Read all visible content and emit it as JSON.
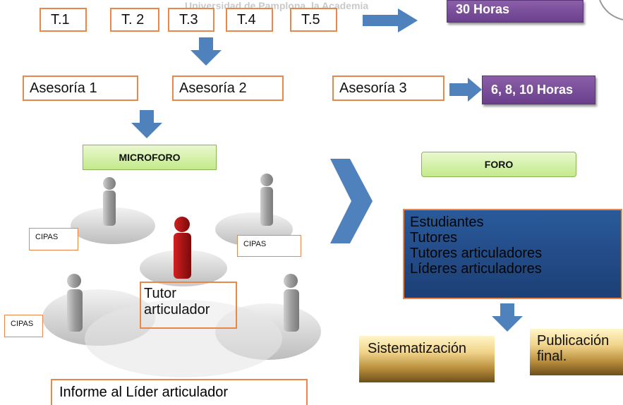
{
  "watermark": "Universidad de Pamplona, la Academia",
  "top_row": {
    "items": [
      "T.1",
      "T. 2",
      "T.3",
      "T.4",
      "T.5"
    ],
    "result": "30 Horas"
  },
  "asesorias": {
    "items": [
      "Asesoría 1",
      "Asesoría 2",
      "Asesoría 3"
    ],
    "result": "6, 8, 10 Horas"
  },
  "microforo": "MICROFORO",
  "foro": "FORO",
  "cipas": [
    "CIPAS",
    "CIPAS",
    "CIPAS"
  ],
  "tutor_articulador": [
    "Tutor",
    "articulador"
  ],
  "informe": "Informe al Líder articulador",
  "participants": [
    "Estudiantes",
    "Tutores",
    "Tutores articuladores",
    "Líderes articuladores"
  ],
  "sistematizacion": "Sistematización",
  "publicacion": [
    "Publicación",
    "final."
  ],
  "colors": {
    "orange_border": "#e8874a",
    "arrow_blue": "#4f81bd",
    "purple": "#7b4f9d",
    "green": "#c3ea8a",
    "blue": "#2a5a9b"
  }
}
